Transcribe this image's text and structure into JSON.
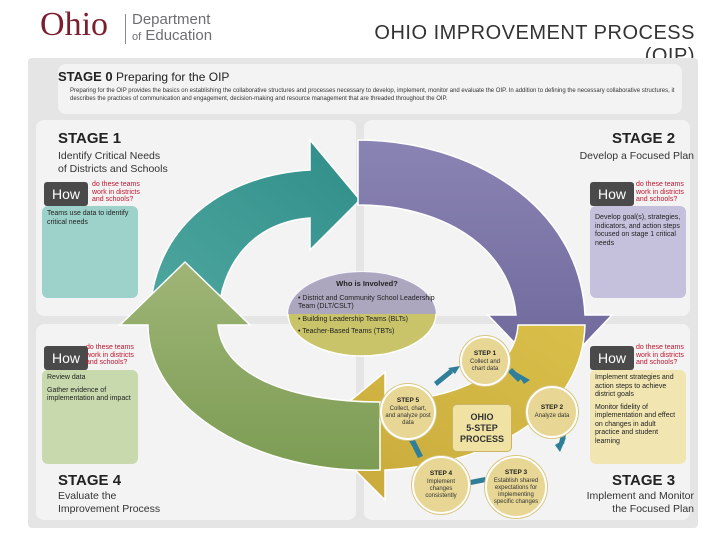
{
  "header": {
    "logo_o": "O",
    "logo_rest": "hio",
    "dept_line1": "Department",
    "dept_of": "of",
    "dept_line2": "Education",
    "title": "OHIO IMPROVEMENT PROCESS (OIP)"
  },
  "stage0": {
    "label": "STAGE 0",
    "title": "Preparing for the OIP",
    "description": "Preparing for the OIP provides the basics on establishing the collaborative structures and processes necessary to develop, implement, monitor and evaluate the OIP.  In addition to defining the necessary collaborative structures, it describes the practices of communication and engagement, decision-making and resource management that are threaded throughout the OIP."
  },
  "how": {
    "label": "How",
    "question": "do these teams work in districts and schools?"
  },
  "stage1": {
    "label": "STAGE 1",
    "title_line1": "Identify Critical Needs",
    "title_line2": "of Districts and Schools",
    "box_text": "Teams use data to identify critical needs"
  },
  "stage2": {
    "label": "STAGE 2",
    "title": "Develop a Focused Plan",
    "box_text": "Develop goal(s), strategies, indicators, and action steps focused on stage 1 critical needs"
  },
  "stage3": {
    "label": "STAGE 3",
    "title_line1": "Implement and Monitor",
    "title_line2": "the Focused Plan",
    "box_item1": "Implement strategies and action steps to achieve district goals",
    "box_item2": "Monitor fidelity of implementation and effect on changes in adult practice and student learning"
  },
  "stage4": {
    "label": "STAGE 4",
    "title_line1": "Evaluate the",
    "title_line2": "Improvement Process",
    "box_item1": "Review data",
    "box_item2": "Gather evidence of implementation and impact"
  },
  "who": {
    "title": "Who is Involved?",
    "items": [
      "• District and Community School Leadership Team (DLT/CSLT)",
      "• Building Leadership Teams (BLTs)",
      "• Teacher-Based Teams (TBTs)"
    ]
  },
  "process": {
    "center_line1": "OHIO",
    "center_line2": "5-STEP",
    "center_line3": "PROCESS",
    "steps": [
      {
        "label": "STEP 1",
        "text": "Collect and chart data"
      },
      {
        "label": "STEP 2",
        "text": "Analyze data"
      },
      {
        "label": "STEP 3",
        "text": "Establish shared expectations for implementing specific changes"
      },
      {
        "label": "STEP 4",
        "text": "Implement changes consistently"
      },
      {
        "label": "STEP 5",
        "text": "Collect, chart, and analyze post data"
      }
    ]
  },
  "colors": {
    "brand_red": "#7b1f2e",
    "teal": "#3c9a94",
    "purple": "#7c74a8",
    "gold": "#c9ad3c",
    "green": "#86a35c",
    "how_red": "#c0152f"
  }
}
